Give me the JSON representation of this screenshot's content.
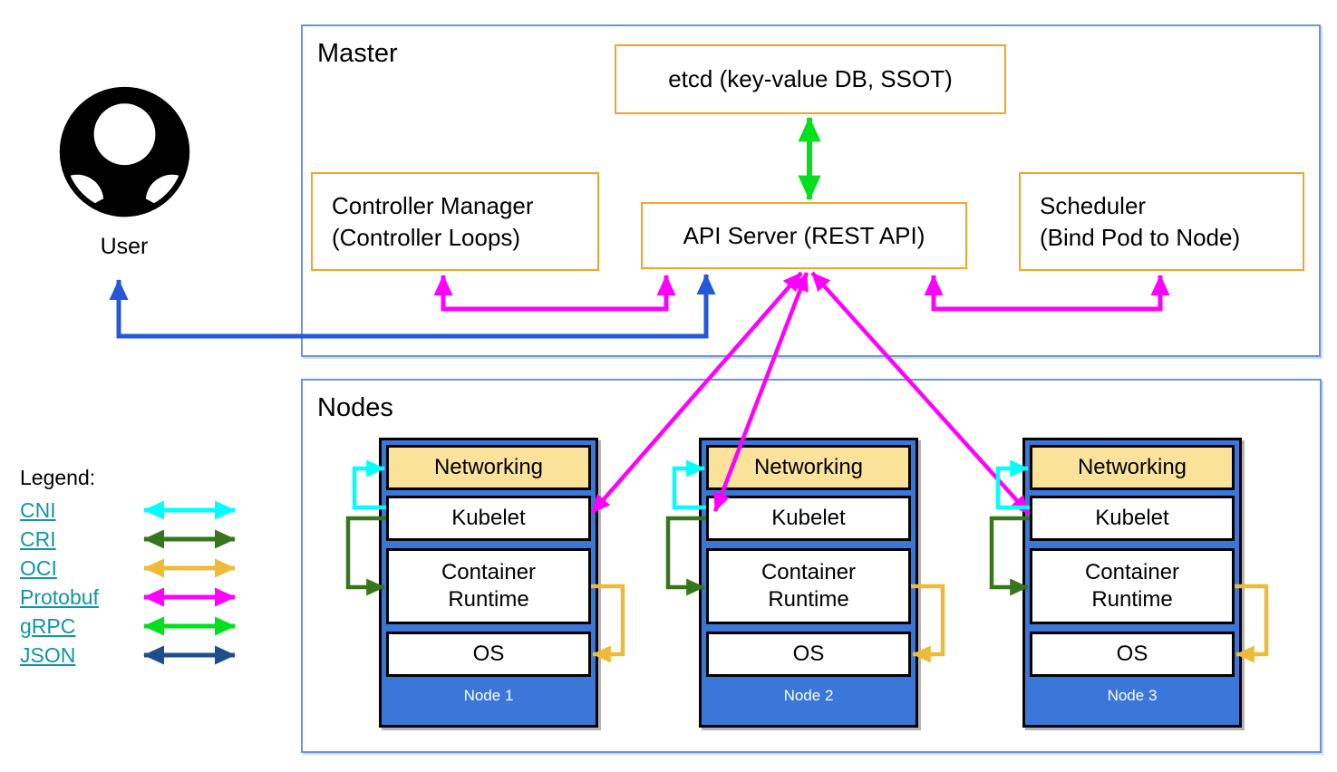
{
  "user": {
    "label": "User"
  },
  "master": {
    "title": "Master",
    "etcd": "etcd (key-value DB, SSOT)",
    "api_server": "API Server (REST API)",
    "controller_manager": {
      "line1": "Controller Manager",
      "line2": "(Controller Loops)"
    },
    "scheduler": {
      "line1": "Scheduler",
      "line2": "(Bind Pod to Node)"
    }
  },
  "nodes_section": {
    "title": "Nodes",
    "nodes": [
      {
        "label": "Node 1",
        "layers": {
          "networking": "Networking",
          "kubelet": "Kubelet",
          "runtime": "Container Runtime",
          "os": "OS"
        }
      },
      {
        "label": "Node 2",
        "layers": {
          "networking": "Networking",
          "kubelet": "Kubelet",
          "runtime": "Container Runtime",
          "os": "OS"
        }
      },
      {
        "label": "Node 3",
        "layers": {
          "networking": "Networking",
          "kubelet": "Kubelet",
          "runtime": "Container Runtime",
          "os": "OS"
        }
      }
    ]
  },
  "legend": {
    "title": "Legend:",
    "items": [
      {
        "label": "CNI"
      },
      {
        "label": "CRI"
      },
      {
        "label": "OCI"
      },
      {
        "label": "Protobuf"
      },
      {
        "label": "gRPC"
      },
      {
        "label": "JSON"
      }
    ]
  },
  "colors": {
    "frame_border": "#6d95d4",
    "box_border_orange": "#f5a425",
    "node_fill_blue": "#3b77d8",
    "networking_fill": "#fbe29b",
    "legend_link": "#1295a5",
    "arrow_cni": "#00ffff",
    "arrow_cri": "#38761d",
    "arrow_oci": "#edbb37",
    "arrow_protobuf": "#ff00ff",
    "arrow_grpc": "#00e01e",
    "arrow_json": "#1f4e8c",
    "arrow_user": "#2458d8"
  }
}
